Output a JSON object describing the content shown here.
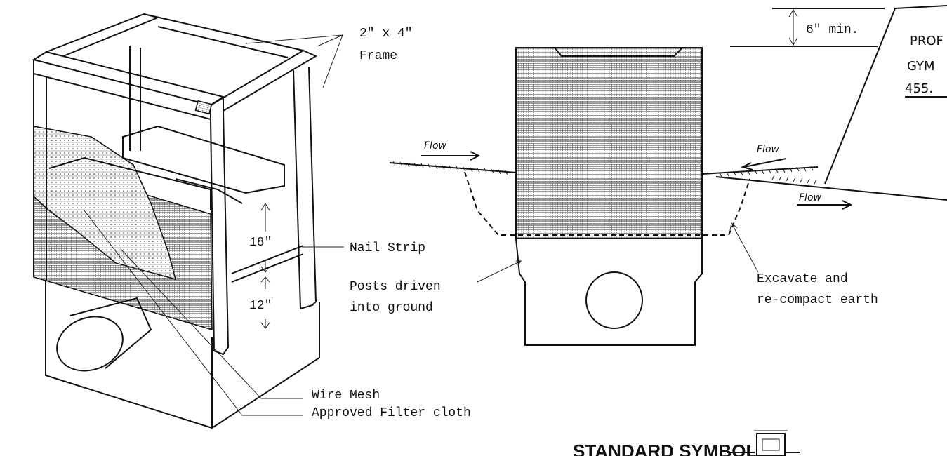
{
  "labels": {
    "frame_size": "2\" x 4\"",
    "frame": "Frame",
    "nail_strip": "Nail Strip",
    "dim_18": "18\"",
    "dim_12": "12\"",
    "posts_line1": "Posts driven",
    "posts_line2": "into ground",
    "wire_mesh": "Wire Mesh",
    "filter_cloth": "Approved Filter cloth",
    "flow_left": "Flow",
    "flow_right_upper": "Flow",
    "flow_right_lower": "Flow",
    "excavate_line1": "Excavate and",
    "excavate_line2": "re-compact earth",
    "six_min": "6\" min.",
    "prof_line1": "PROF",
    "prof_line2": "GYM",
    "prof_line3": "455.",
    "standard_symbol": "STANDARD SYMBOL"
  }
}
